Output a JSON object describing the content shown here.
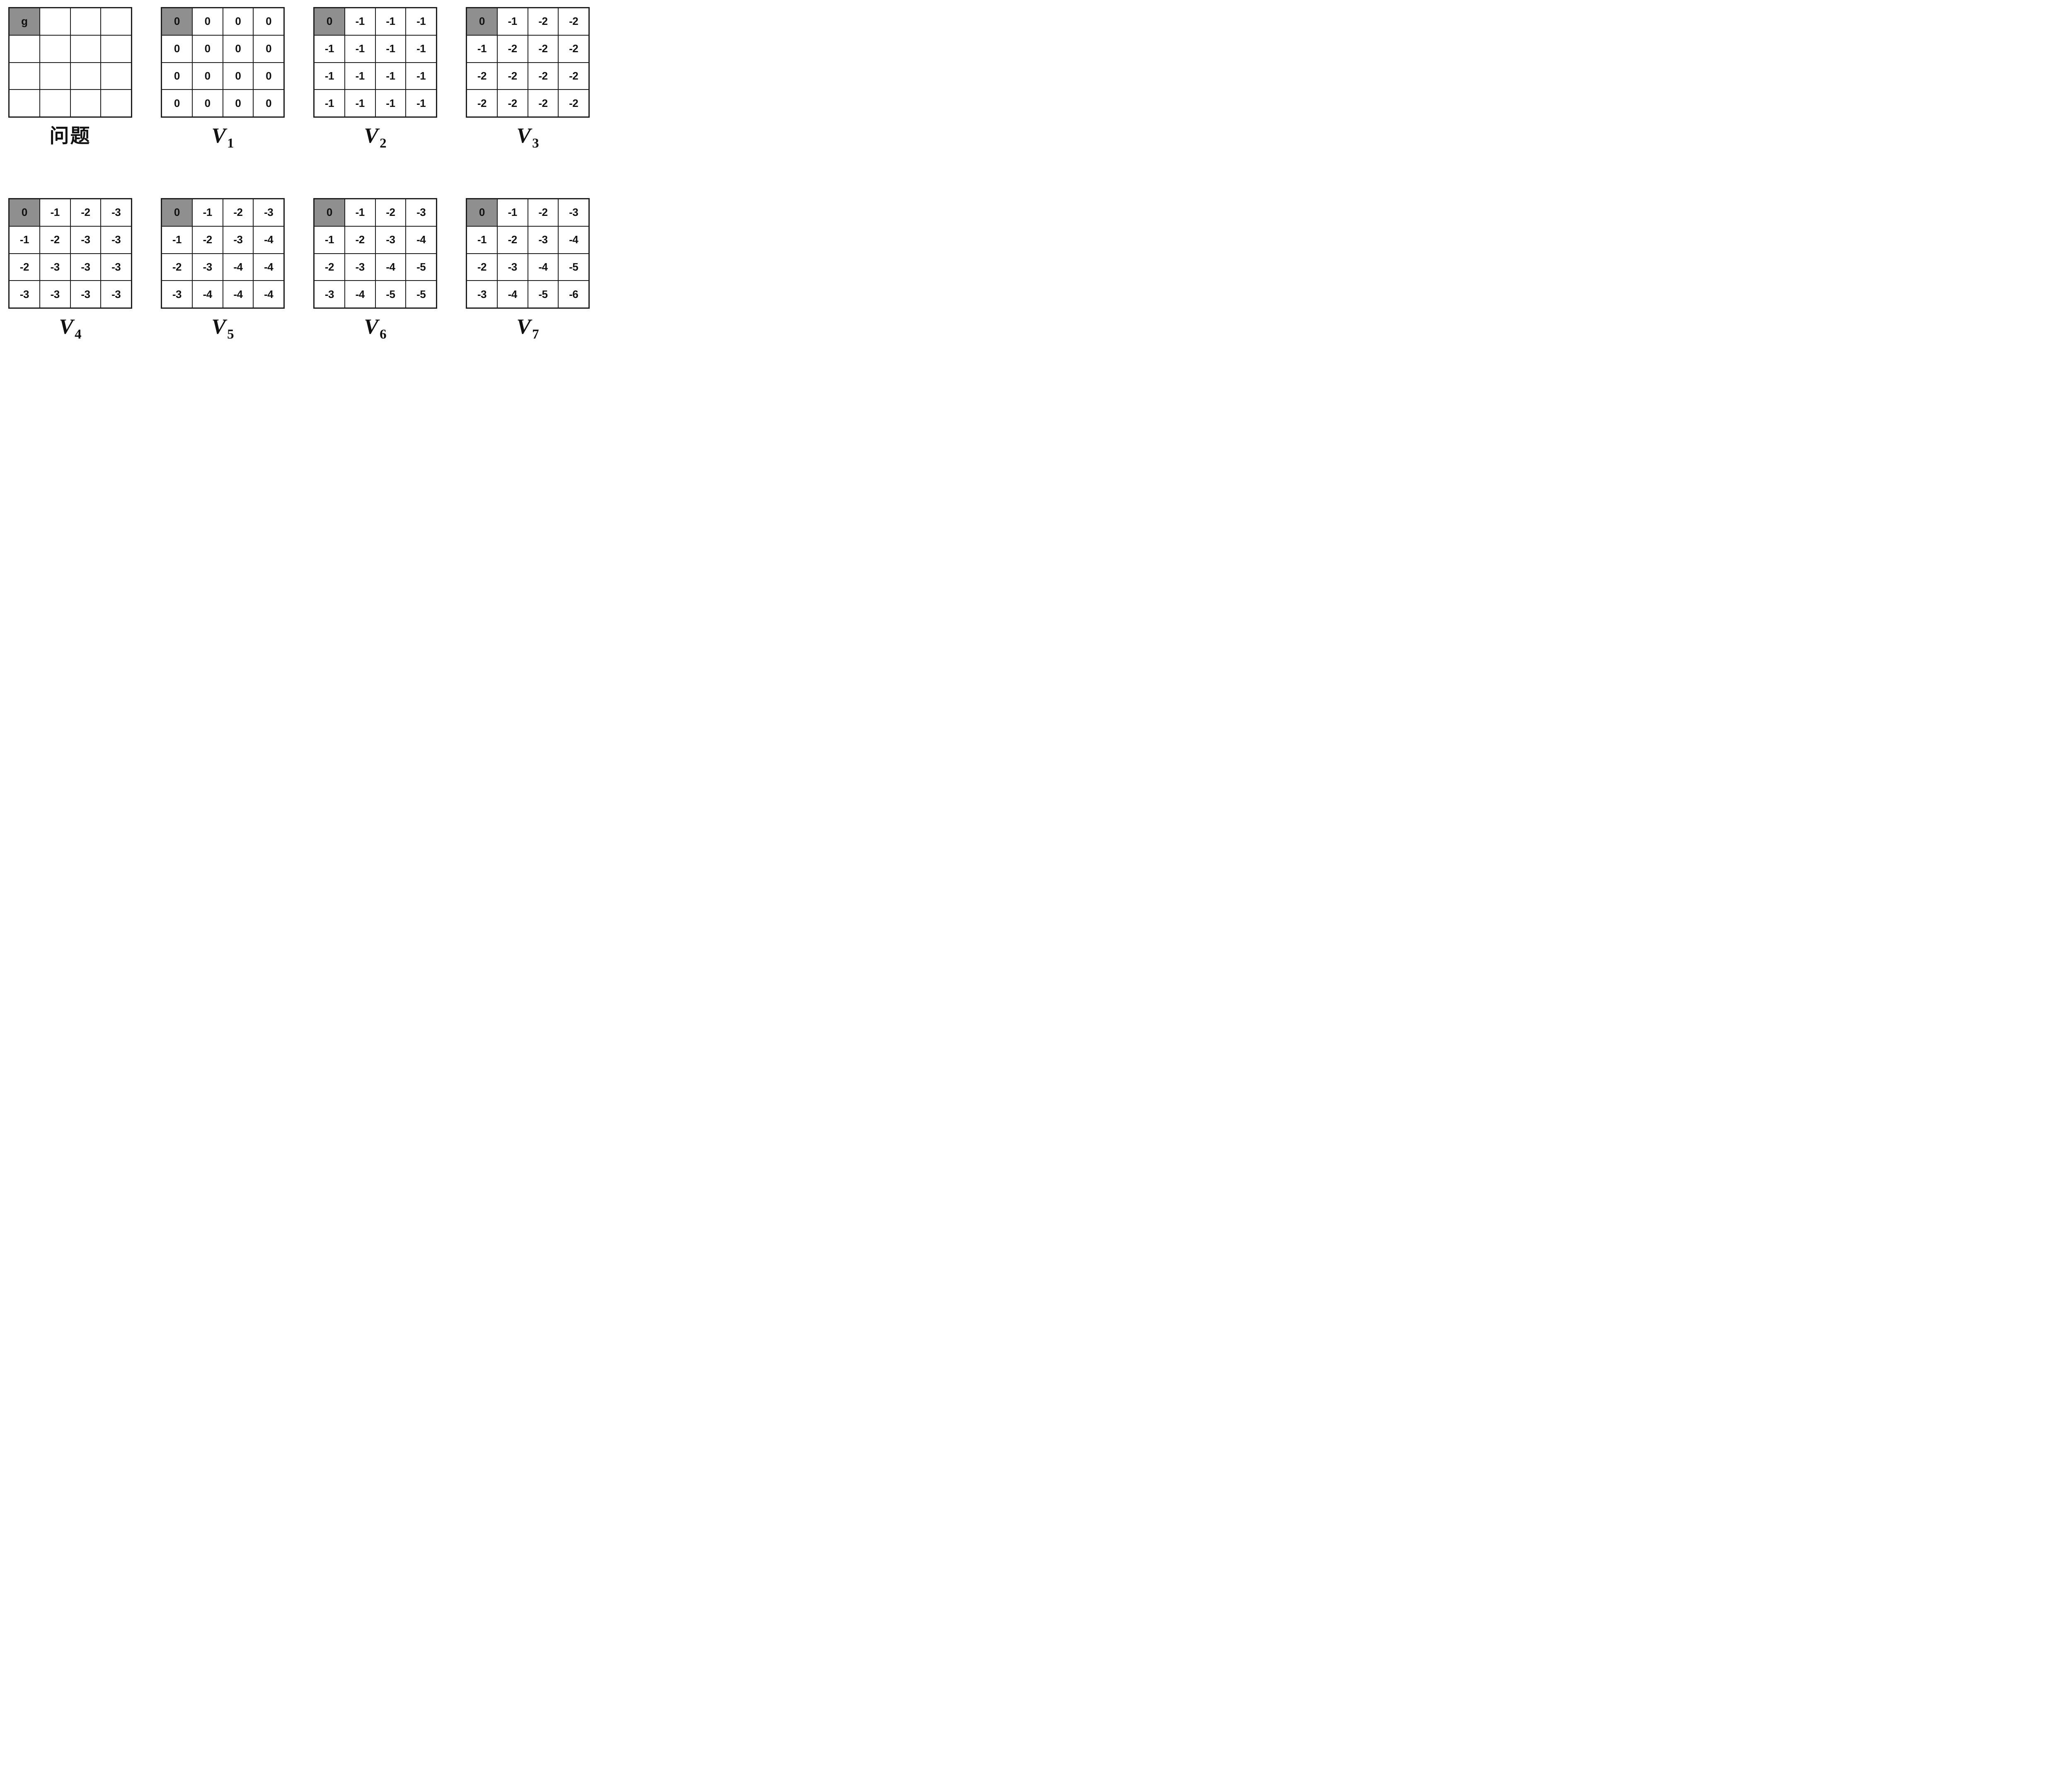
{
  "colors": {
    "goal_fill": "#8f8f8f",
    "grid_line": "#1d1d1d",
    "text": "#111111",
    "background": "#ffffff"
  },
  "layout": {
    "rows": [
      [
        0,
        1,
        2,
        3
      ],
      [
        4,
        5,
        6,
        7
      ]
    ]
  },
  "panels": [
    {
      "id": "problem",
      "label": {
        "base": "问题",
        "sub": "",
        "style": "cjk"
      },
      "goal": [
        0,
        0
      ],
      "cells": [
        [
          "g",
          "",
          "",
          ""
        ],
        [
          "",
          "",
          "",
          ""
        ],
        [
          "",
          "",
          "",
          ""
        ],
        [
          "",
          "",
          "",
          ""
        ]
      ]
    },
    {
      "id": "V1",
      "label": {
        "base": "V",
        "sub": "1",
        "style": "math"
      },
      "goal": [
        0,
        0
      ],
      "cells": [
        [
          "0",
          "0",
          "0",
          "0"
        ],
        [
          "0",
          "0",
          "0",
          "0"
        ],
        [
          "0",
          "0",
          "0",
          "0"
        ],
        [
          "0",
          "0",
          "0",
          "0"
        ]
      ]
    },
    {
      "id": "V2",
      "label": {
        "base": "V",
        "sub": "2",
        "style": "math"
      },
      "goal": [
        0,
        0
      ],
      "cells": [
        [
          "0",
          "-1",
          "-1",
          "-1"
        ],
        [
          "-1",
          "-1",
          "-1",
          "-1"
        ],
        [
          "-1",
          "-1",
          "-1",
          "-1"
        ],
        [
          "-1",
          "-1",
          "-1",
          "-1"
        ]
      ]
    },
    {
      "id": "V3",
      "label": {
        "base": "V",
        "sub": "3",
        "style": "math"
      },
      "goal": [
        0,
        0
      ],
      "cells": [
        [
          "0",
          "-1",
          "-2",
          "-2"
        ],
        [
          "-1",
          "-2",
          "-2",
          "-2"
        ],
        [
          "-2",
          "-2",
          "-2",
          "-2"
        ],
        [
          "-2",
          "-2",
          "-2",
          "-2"
        ]
      ]
    },
    {
      "id": "V4",
      "label": {
        "base": "V",
        "sub": "4",
        "style": "math"
      },
      "goal": [
        0,
        0
      ],
      "cells": [
        [
          "0",
          "-1",
          "-2",
          "-3"
        ],
        [
          "-1",
          "-2",
          "-3",
          "-3"
        ],
        [
          "-2",
          "-3",
          "-3",
          "-3"
        ],
        [
          "-3",
          "-3",
          "-3",
          "-3"
        ]
      ]
    },
    {
      "id": "V5",
      "label": {
        "base": "V",
        "sub": "5",
        "style": "math"
      },
      "goal": [
        0,
        0
      ],
      "cells": [
        [
          "0",
          "-1",
          "-2",
          "-3"
        ],
        [
          "-1",
          "-2",
          "-3",
          "-4"
        ],
        [
          "-2",
          "-3",
          "-4",
          "-4"
        ],
        [
          "-3",
          "-4",
          "-4",
          "-4"
        ]
      ]
    },
    {
      "id": "V6",
      "label": {
        "base": "V",
        "sub": "6",
        "style": "math"
      },
      "goal": [
        0,
        0
      ],
      "cells": [
        [
          "0",
          "-1",
          "-2",
          "-3"
        ],
        [
          "-1",
          "-2",
          "-3",
          "-4"
        ],
        [
          "-2",
          "-3",
          "-4",
          "-5"
        ],
        [
          "-3",
          "-4",
          "-5",
          "-5"
        ]
      ]
    },
    {
      "id": "V7",
      "label": {
        "base": "V",
        "sub": "7",
        "style": "math"
      },
      "goal": [
        0,
        0
      ],
      "cells": [
        [
          "0",
          "-1",
          "-2",
          "-3"
        ],
        [
          "-1",
          "-2",
          "-3",
          "-4"
        ],
        [
          "-2",
          "-3",
          "-4",
          "-5"
        ],
        [
          "-3",
          "-4",
          "-5",
          "-6"
        ]
      ]
    }
  ]
}
